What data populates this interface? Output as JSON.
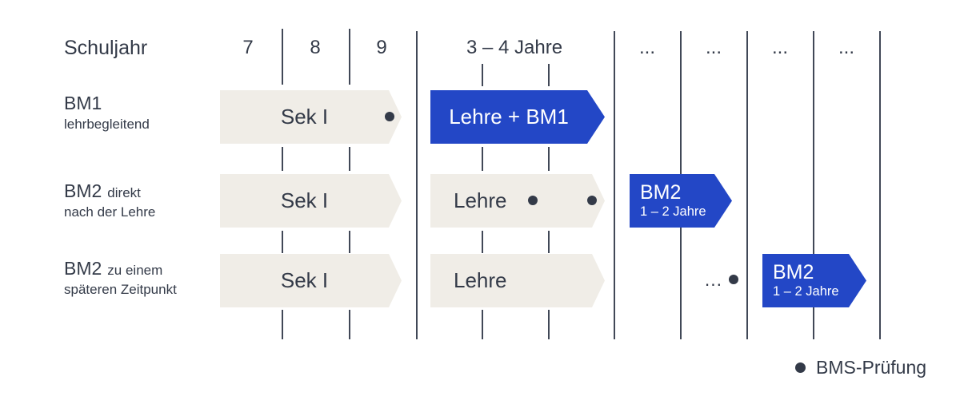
{
  "colors": {
    "blue": "#2347c6",
    "beige": "#f0ede7",
    "text": "#333a48",
    "line": "#414857"
  },
  "header": {
    "axis_label": "Schuljahr",
    "year_7": "7",
    "year_8": "8",
    "year_9": "9",
    "duration_label": "3 – 4 Jahre",
    "ellipsis": "..."
  },
  "rows": [
    {
      "title": "BM1",
      "title_suffix": "",
      "subtitle": "lehrbegleitend",
      "sek_label": "Sek I",
      "lehre_label": "Lehre + BM1",
      "bms_exam_dots": 1
    },
    {
      "title": "BM2",
      "title_suffix": "direkt",
      "subtitle": "nach der Lehre",
      "sek_label": "Sek I",
      "lehre_label": "Lehre",
      "bm_label": "BM2",
      "bm_sub": "1 – 2 Jahre",
      "bms_exam_dots": 2
    },
    {
      "title": "BM2",
      "title_suffix": "zu einem",
      "subtitle": "späteren Zeitpunkt",
      "sek_label": "Sek I",
      "lehre_label": "Lehre",
      "bm_label": "BM2",
      "bm_sub": "1 – 2 Jahre",
      "ellipsis": "...",
      "bms_exam_dots": 1
    }
  ],
  "legend": {
    "label": "BMS-Prüfung"
  }
}
